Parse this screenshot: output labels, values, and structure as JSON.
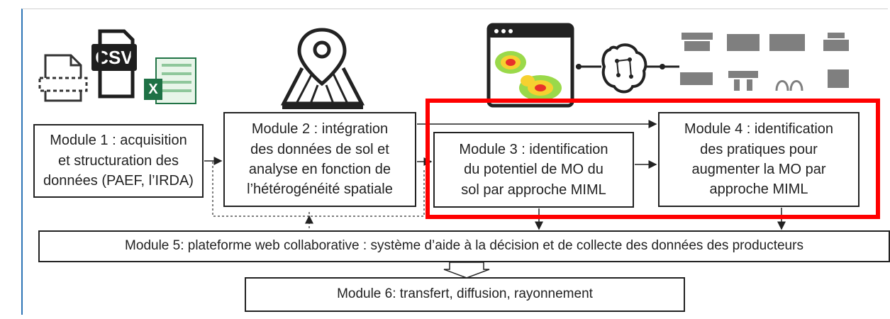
{
  "modules": {
    "m1": "Module 1 : acquisition\net structuration des\ndonnées (PAEF, l’IRDA)",
    "m2": "Module 2 : intégration\ndes données de sol et\nanalyse en fonction de\nl’hétérogénéité spatiale",
    "m3": "Module 3 : identification\ndu potentiel de MO du\nsol par approche MIML",
    "m4": "Module 4 : identification\ndes pratiques pour\naugmenter la MO par\napproche MIML",
    "m5": "Module 5: plateforme web collaborative : système d’aide à la décision et de collecte des données des producteurs",
    "m6": "Module 6: transfert, diffusion, rayonnement"
  },
  "icons": {
    "csv": "CSV",
    "excel": "X"
  },
  "colors": {
    "highlight": "#ff0000",
    "frame": "#2e75b6"
  }
}
